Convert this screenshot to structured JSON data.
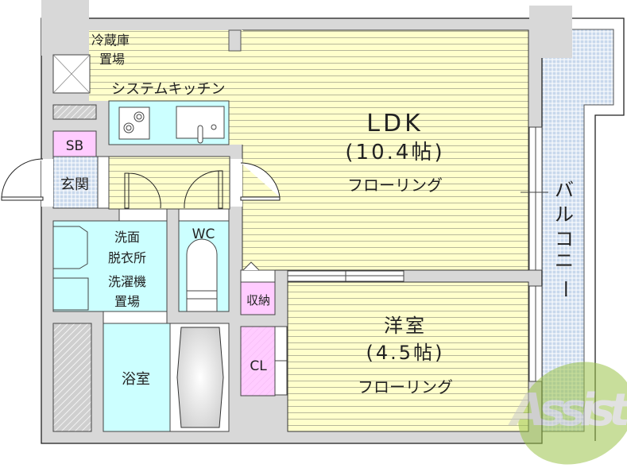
{
  "rooms": {
    "fridge": [
      "冷蔵庫",
      "置場"
    ],
    "kitchen": "システムキッチン",
    "ldk": {
      "name": "LDK",
      "size": "(10.4帖)",
      "floor": "フローリング"
    },
    "sb": "SB",
    "entrance": "玄関",
    "washroom": [
      "洗面",
      "脱衣所",
      "洗濯機",
      "置場"
    ],
    "wc": "WC",
    "bath": "浴室",
    "storage": "収納",
    "closet": "CL",
    "western": {
      "name": "洋室",
      "size": "(4.5帖)",
      "floor": "フローリング"
    },
    "balcony": [
      "バ",
      "ル",
      "コ",
      "ニ",
      "ー"
    ]
  },
  "watermark": "Assist",
  "colors": {
    "wall": "#d8d8d8",
    "flooring": "#ffffcc",
    "wet_area": "#ccffff",
    "storage": "#ffccff",
    "tile": "#c8d8ec",
    "watermark_green": "#9cc44a",
    "watermark_red": "#e06060"
  }
}
